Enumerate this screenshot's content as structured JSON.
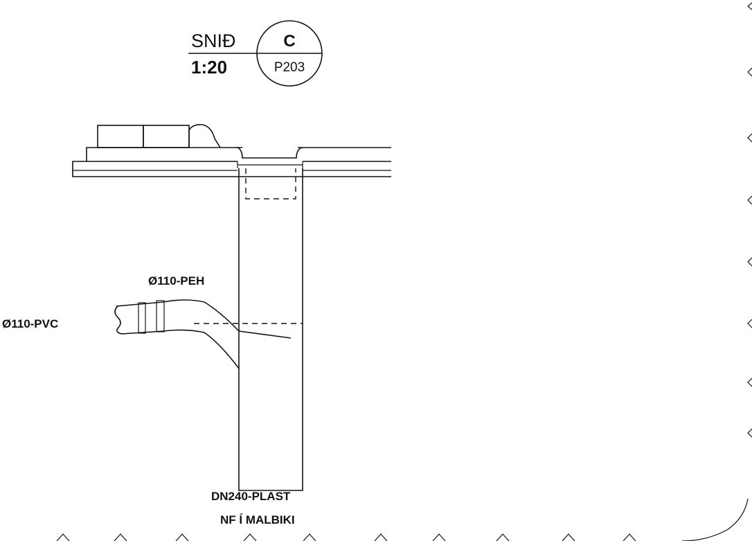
{
  "section_mark": {
    "title": "SNIÐ",
    "scale": "1:20",
    "letter": "C",
    "sheet_ref": "P203"
  },
  "callouts": {
    "pipe_peh": "Ø110-PEH",
    "pipe_pvc": "Ø110-PVC",
    "riser": "DN240-PLAST",
    "riser_note": "NF Í MALBIKI"
  },
  "colors": {
    "line": "#111111",
    "background": "#ffffff"
  }
}
